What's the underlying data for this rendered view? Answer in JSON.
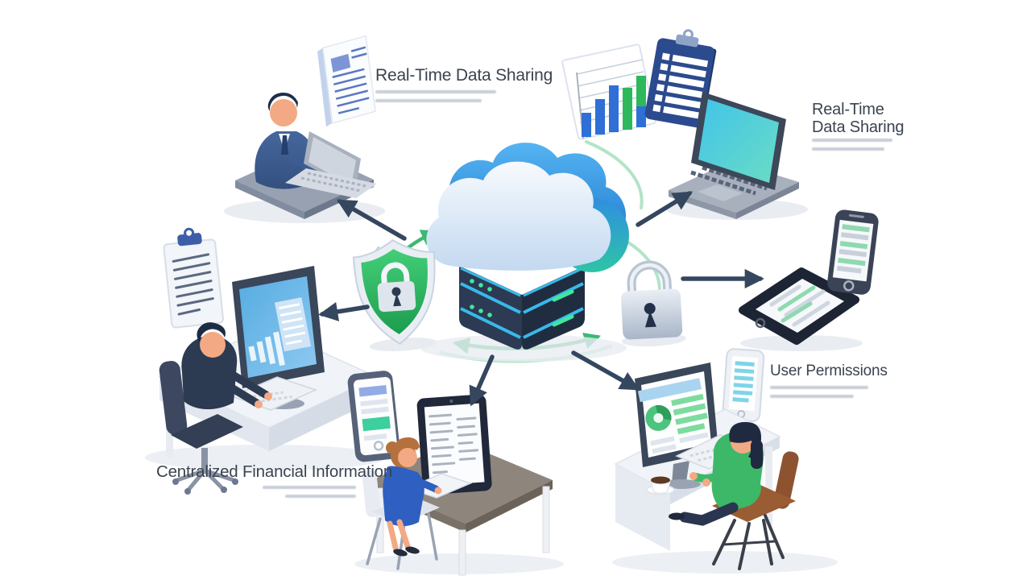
{
  "labels": {
    "top_left": "Real-Time Data Sharing",
    "top_right_line1": "Real-Time",
    "top_right_line2": "Data Sharing",
    "right": "User Permissions",
    "bottom_left": "Centralized Financial Information"
  },
  "colors": {
    "accent_green": "#35b56d",
    "accent_blue": "#2f8fe0",
    "cloud_light": "#dce9f7",
    "server_dark": "#263349",
    "arrow_navy": "#35475f",
    "shield_green": "#2eb85c",
    "label_text": "#3a4350",
    "subtext_gray": "#c9cfd8"
  },
  "nodes": [
    {
      "name": "cloud-server",
      "role": "center"
    },
    {
      "name": "security-shield-lock-icon"
    },
    {
      "name": "padlock-icon"
    },
    {
      "name": "businessman-laptop-desk"
    },
    {
      "name": "bar-chart-board-icon"
    },
    {
      "name": "clipboard-checklist-icon"
    },
    {
      "name": "open-laptop-device"
    },
    {
      "name": "tablet-device"
    },
    {
      "name": "smartphone-device"
    },
    {
      "name": "analyst-desktop-workstation"
    },
    {
      "name": "woman-tablet-workstation"
    },
    {
      "name": "woman-monitor-workstation"
    }
  ]
}
